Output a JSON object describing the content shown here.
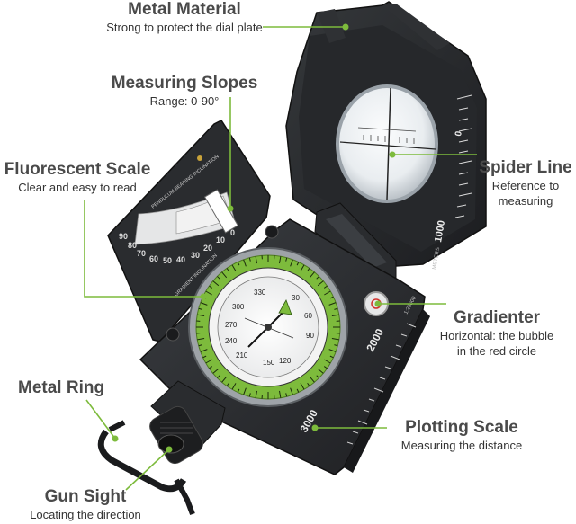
{
  "callouts": {
    "metal_material": {
      "title": "Metal Material",
      "desc": "Strong to protect the dial plate"
    },
    "measuring_slopes": {
      "title": "Measuring Slopes",
      "desc": "Range: 0-90°"
    },
    "fluorescent_scale": {
      "title": "Fluorescent Scale",
      "desc": "Clear and easy to read"
    },
    "spider_line": {
      "title": "Spider Line",
      "desc_line1": "Reference to",
      "desc_line2": "measuring"
    },
    "gradienter": {
      "title": "Gradienter",
      "desc_line1": "Horizontal: the bubble",
      "desc_line2": "in the red circle"
    },
    "metal_ring": {
      "title": "Metal Ring"
    },
    "plotting_scale": {
      "title": "Plotting Scale",
      "desc": "Measuring the distance"
    },
    "gun_sight": {
      "title": "Gun Sight",
      "desc": "Locating the direction"
    }
  },
  "device": {
    "ruler_marks": [
      "3000",
      "2000",
      "1000",
      "0"
    ],
    "scale_ratio": "1:25000",
    "mirror_units": "METERS",
    "clinometer_numbers": [
      "90",
      "80",
      "70",
      "60",
      "50",
      "40",
      "30",
      "20",
      "10",
      "0"
    ],
    "clinometer_caption": "PENDULUM BEARING INCLINATION",
    "clinometer_foot": "GRADIENT INCLINATION",
    "dial_numbers": [
      "330",
      "30",
      "60",
      "90",
      "120",
      "150",
      "210",
      "240",
      "270",
      "300"
    ]
  },
  "colors": {
    "accent_green": "#7dbb3c",
    "title_gray": "#4a4a4a",
    "device_body": "#2b2d30",
    "leader_line": "#7dbb3c"
  }
}
